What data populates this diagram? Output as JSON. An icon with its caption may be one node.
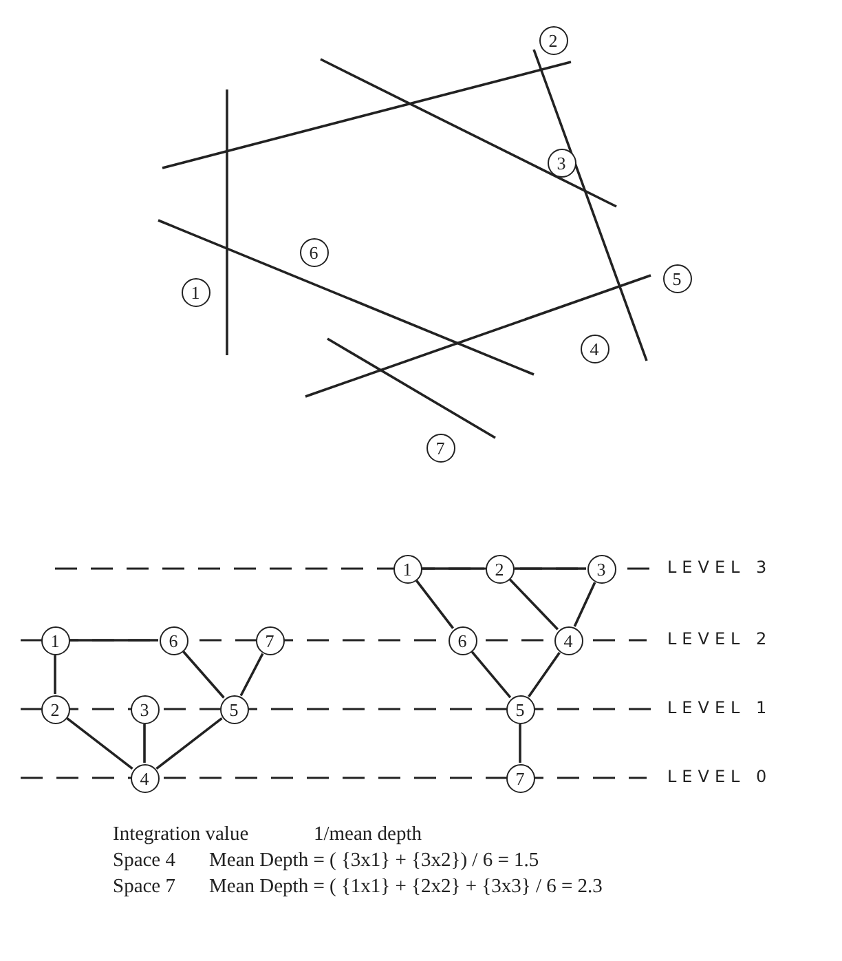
{
  "diagram": {
    "nodes": [
      {
        "text": [
          "2"
        ]
      },
      {
        "text": [
          "3"
        ]
      },
      {
        "text": [
          "6"
        ]
      },
      {
        "text": [
          "1"
        ]
      },
      {
        "text": [
          "5"
        ]
      },
      {
        "text": [
          "4"
        ]
      },
      {
        "text": [
          "7"
        ]
      },
      {
        "text": [
          "1"
        ]
      },
      {
        "text": [
          "6"
        ]
      },
      {
        "text": [
          "7"
        ]
      },
      {
        "text": [
          "2"
        ]
      },
      {
        "text": [
          "3"
        ]
      },
      {
        "text": [
          "5"
        ]
      },
      {
        "text": [
          "4"
        ]
      },
      {
        "text": [
          "1"
        ]
      },
      {
        "text": [
          "2"
        ]
      },
      {
        "text": [
          "3"
        ]
      },
      {
        "text": [
          "6"
        ]
      },
      {
        "text": [
          "4"
        ]
      },
      {
        "text": [
          "5"
        ]
      },
      {
        "text": [
          "7"
        ]
      }
    ],
    "edges": [
      {
        "from": 7,
        "to": 8,
        "arrow": "none"
      },
      {
        "from": 7,
        "to": 10,
        "arrow": "none"
      },
      {
        "from": 10,
        "to": 13,
        "arrow": "none"
      },
      {
        "from": 11,
        "to": 13,
        "arrow": "none"
      },
      {
        "from": 13,
        "to": 12,
        "arrow": "none"
      },
      {
        "from": 8,
        "to": 12,
        "arrow": "none"
      },
      {
        "from": 9,
        "to": 12,
        "arrow": "none"
      },
      {
        "from": 14,
        "to": 15,
        "arrow": "none"
      },
      {
        "from": 15,
        "to": 16,
        "arrow": "none"
      },
      {
        "from": 14,
        "to": 17,
        "arrow": "none"
      },
      {
        "from": 15,
        "to": 18,
        "arrow": "none"
      },
      {
        "from": 16,
        "to": 18,
        "arrow": "none"
      },
      {
        "from": 17,
        "to": 19,
        "arrow": "none"
      },
      {
        "from": 18,
        "to": 19,
        "arrow": "none"
      },
      {
        "from": 19,
        "to": 20,
        "arrow": "none"
      }
    ],
    "labels": [
      "LEVEL 3",
      "LEVEL 2",
      "LEVEL 1",
      "LEVEL 0",
      "Integration value",
      "1/mean depth",
      "Space 4",
      "Mean Depth = ( {3x1} + {3x2}) / 6 = 1.5",
      "Space 7",
      "Mean Depth = ( {1x1} + {2x2} + {3x3} / 6 = 2.3"
    ]
  }
}
